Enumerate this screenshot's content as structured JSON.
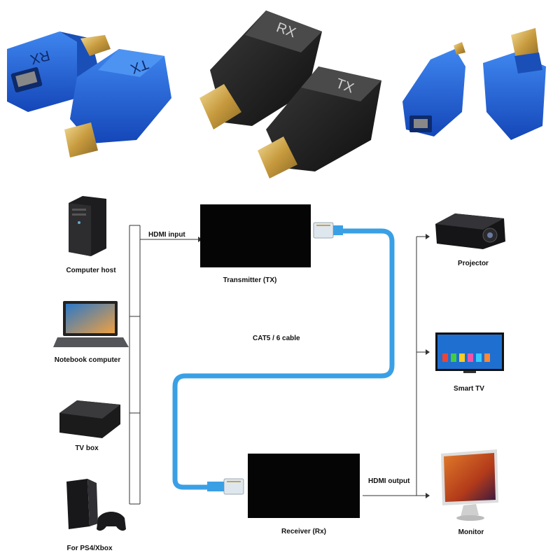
{
  "products": {
    "blue_rx_label": "RX",
    "blue_tx_label": "TX",
    "black_rx_label": "RX",
    "black_tx_label": "TX",
    "colors": {
      "blue": "#1f5fd0",
      "blue_dark": "#143f9a",
      "black": "#1c1c1c",
      "gold": "#c9a24a"
    }
  },
  "sources": [
    {
      "label": "Computer host",
      "icon": "desktop-tower-icon"
    },
    {
      "label": "Notebook computer",
      "icon": "laptop-icon"
    },
    {
      "label": "TV box",
      "icon": "tv-box-icon"
    },
    {
      "label": "For PS4/Xbox",
      "icon": "game-console-icon"
    }
  ],
  "connections": {
    "hdmi_input": "HDMI input",
    "hdmi_output": "HDMI output",
    "cable": "CAT5 / 6 cable"
  },
  "transmitter": {
    "label": "Transmitter (TX)"
  },
  "receiver": {
    "label": "Receiver (Rx)"
  },
  "displays": [
    {
      "label": "Projector",
      "icon": "projector-icon"
    },
    {
      "label": "Smart TV",
      "icon": "smart-tv-icon"
    },
    {
      "label": "Monitor",
      "icon": "monitor-icon"
    }
  ],
  "cable_color": "#3aa0e6"
}
